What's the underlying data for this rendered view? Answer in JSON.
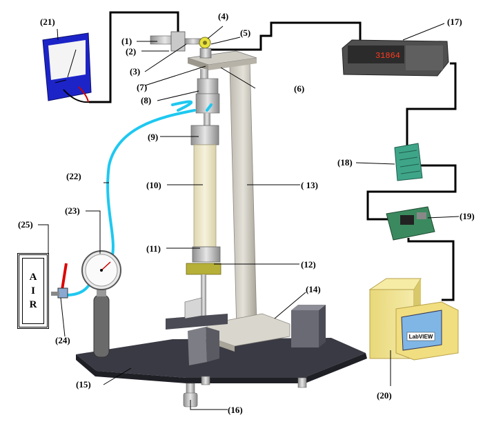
{
  "labels": {
    "l1": "(1)",
    "l2": "(2)",
    "l3": "(3)",
    "l4": "(4)",
    "l5": "(5)",
    "l6": "(6)",
    "l7": "(7)",
    "l8": "(8)",
    "l9": "(9)",
    "l10": "(10)",
    "l11": "(11)",
    "l12": "(12)",
    "l13": "( 13)",
    "l14": "(14)",
    "l15": "(15)",
    "l16": "(16)",
    "l17": "(17)",
    "l18": "(18)",
    "l19": "(19)",
    "l20": "(20)",
    "l21": "(21)",
    "l22": "(22)",
    "l23": "(23)",
    "l24": "(24)",
    "l25": "(25)"
  },
  "air_box": {
    "letters": [
      "A",
      "I",
      "R"
    ]
  },
  "display_readout": "31864",
  "monitor_logo": "LabVIEW",
  "colors": {
    "hose": "#1ec8f0",
    "column": "#d4d1c8",
    "specimen": "#f1eccd",
    "base": "#3c3c44",
    "yellow_plate": "#b9b43a",
    "meter_blue": "#1c24c8",
    "board_green": "#3fa589",
    "computer_yellow": "#f2e48a",
    "screen_blue": "#7fb6e6"
  }
}
